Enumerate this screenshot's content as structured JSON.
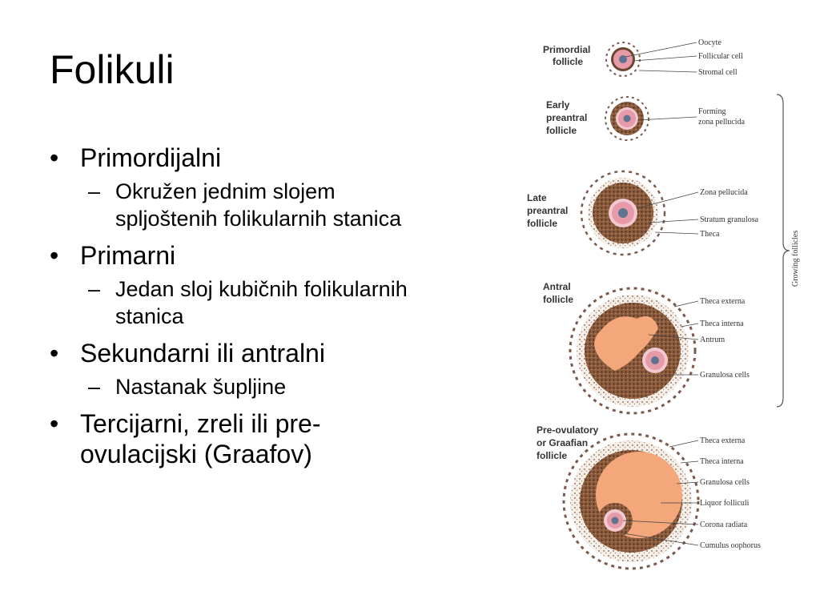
{
  "slide": {
    "title": "Folikuli",
    "bullets": [
      {
        "text": "Primordijalni",
        "subs": [
          "Okružen jednim slojem spljoštenih folikularnih stanica"
        ]
      },
      {
        "text": "Primarni",
        "subs": [
          "Jedan sloj kubičnih folikularnih stanica"
        ]
      },
      {
        "text": "Sekundarni ili antralni",
        "subs": [
          "Nastanak šupljine"
        ]
      },
      {
        "text": "Tercijarni, zreli ili pre-ovulacijski (Graafov)",
        "subs": []
      }
    ]
  },
  "diagram": {
    "stages": {
      "primordial": [
        "Primordial",
        "follicle"
      ],
      "early": [
        "Early",
        "preantral",
        "follicle"
      ],
      "late": [
        "Late",
        "preantral",
        "follicle"
      ],
      "antral": [
        "Antral",
        "follicle"
      ],
      "preovulatory": [
        "Pre-ovulatory",
        "or Graafian",
        "follicle"
      ]
    },
    "labels": {
      "oocyte": "Oocyte",
      "follicular_cell": "Follicular cell",
      "stromal_cell": "Stromal cell",
      "forming_zona": [
        "Forming",
        "zona pellucida"
      ],
      "zona_pellucida": "Zona pellucida",
      "stratum_granulosa": "Stratum granulosa",
      "theca": "Theca",
      "theca_externa": "Theca externa",
      "theca_interna": "Theca interna",
      "antrum": "Antrum",
      "granulosa_cells": "Granulosa cells",
      "liquor_folliculi": "Liquor folliculi",
      "corona_radiata": "Corona radiata",
      "cumulus_oophorus": "Cumulus oophorus"
    },
    "bracket_label": "Growing follicles",
    "colors": {
      "cytoplasm": "#e79aa8",
      "nucleus": "#5f7391",
      "granulosa": "#8a5a3c",
      "antrum": "#f3a77b",
      "theca": "#7a5a4c"
    }
  }
}
